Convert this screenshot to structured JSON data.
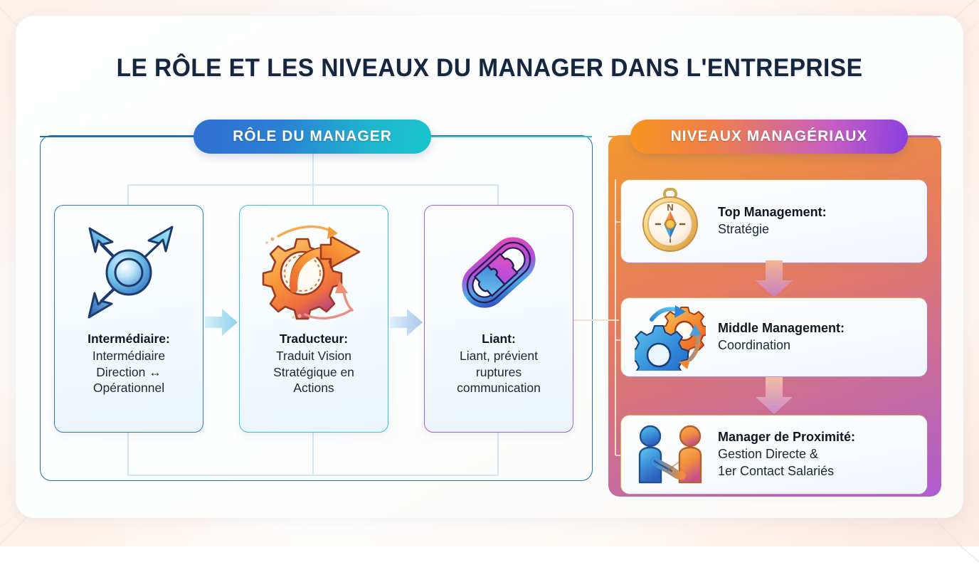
{
  "title": "LE RÔLE ET LES NIVEAUX DU MANAGER DANS L'ENTREPRISE",
  "sections": {
    "left": {
      "pill_label": "RÔLE DU MANAGER",
      "accent_start": "#2f6fd0",
      "accent_end": "#18c4cb",
      "cards": [
        {
          "icon": "multi-directional-arrows-icon",
          "heading": "Intermédiaire:",
          "lines": [
            "Intermédiaire",
            "Direction ↔",
            "Opérationnel"
          ],
          "border_color": "#2a7fc4"
        },
        {
          "icon": "gear-transformation-arrow-icon",
          "heading": "Traducteur:",
          "lines": [
            "Traduit Vision",
            "Stratégique en",
            "Actions"
          ],
          "border_color": "#3fc0cb"
        },
        {
          "icon": "chain-link-puzzle-icon",
          "heading": "Liant:",
          "lines": [
            "Liant, prévient",
            "ruptures",
            "communication"
          ],
          "border_color": "#a861d2"
        }
      ]
    },
    "right": {
      "pill_label": "NIVEAUX MANAGÉRIAUX",
      "accent_start": "#f6951f",
      "accent_end": "#8b3fe0",
      "levels": [
        {
          "icon": "compass-icon",
          "heading": "Top Management:",
          "lines": [
            "Stratégie"
          ]
        },
        {
          "icon": "two-gears-icon",
          "heading": "Middle Management:",
          "lines": [
            "Coordination"
          ]
        },
        {
          "icon": "handshake-icon",
          "heading": "Manager de Proximité:",
          "lines": [
            "Gestion Directe &",
            "1er Contact Salariés"
          ]
        }
      ]
    }
  },
  "connectors": {
    "flow_arrow_color": "#9fd8ef",
    "level_arrow_start": "#f0a37a",
    "level_arrow_end": "#c77fc0"
  }
}
